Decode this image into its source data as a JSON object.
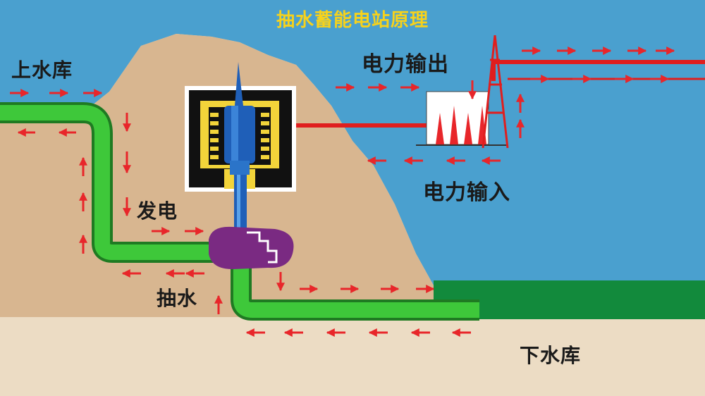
{
  "title": "抽水蓄能电站原理",
  "labels": {
    "upper_reservoir": "上水库",
    "power_output": "电力输出",
    "power_input": "电力输入",
    "generate": "发电",
    "pump": "抽水",
    "lower_reservoir": "下水库"
  },
  "colors": {
    "sky": "#4aa0cf",
    "mountain": "#d8b690",
    "ground": "#ecdcc4",
    "lower_water": "#128a3c",
    "pipe": "#3ec83a",
    "pipe_edge": "#1f7a22",
    "arrow": "#e8262a",
    "power_line": "#e01e1e",
    "title": "#f6d21c",
    "generator_body": "#1f5fb8",
    "generator_frame": "#f2d43a",
    "turbine": "#7a2a82"
  },
  "icons": [
    "generator-icon",
    "turbine-icon",
    "transformer-icon",
    "transmission-tower-icon",
    "arrow-icon"
  ]
}
